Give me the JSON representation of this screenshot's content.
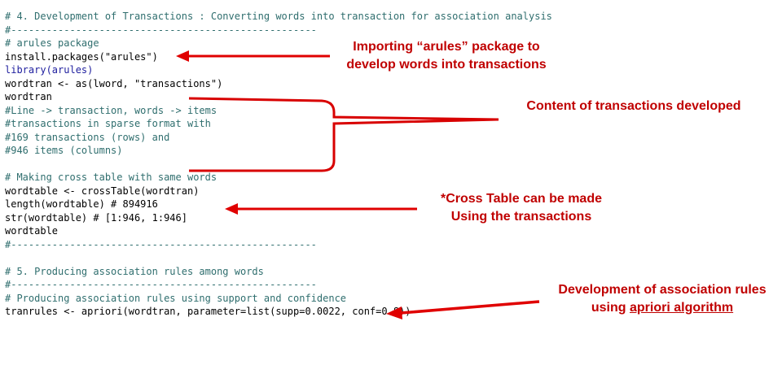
{
  "code": {
    "lines": [
      "# 4. Development of Transactions : Converting words into transaction for association analysis",
      "#----------------------------------------------------",
      "# arules package",
      "install.packages(\"arules\")",
      "library(arules)",
      "wordtran <- as(lword, \"transactions\")",
      "wordtran",
      "#Line -> transaction, words -> items",
      "#transactions in sparse format with",
      "#169 transactions (rows) and",
      "#946 items (columns)",
      "",
      "# Making cross table with same words",
      "wordtable <- crossTable(wordtran)",
      "length(wordtable) # 894916",
      "str(wordtable) # [1:946, 1:946]",
      "wordtable",
      "#----------------------------------------------------",
      "",
      "# 5. Producing association rules among words",
      "#----------------------------------------------------",
      "# Producing association rules using support and confidence",
      "tranrules <- apriori(wordtran, parameter=list(supp=0.0022, conf=0.8))"
    ]
  },
  "annotations": {
    "arules": [
      "Importing “arules” package to",
      "develop words into transactions"
    ],
    "content": "Content of transactions developed",
    "crosstable": [
      "*Cross Table can be made",
      "Using the transactions"
    ],
    "rules_line1": "Development of association rules",
    "rules_line2_prefix": "using ",
    "rules_line2_link": "apriori algorithm"
  },
  "colors": {
    "annotation": "#c00000",
    "comment": "#2f6e6e",
    "keyword": "#1d1d9e"
  }
}
